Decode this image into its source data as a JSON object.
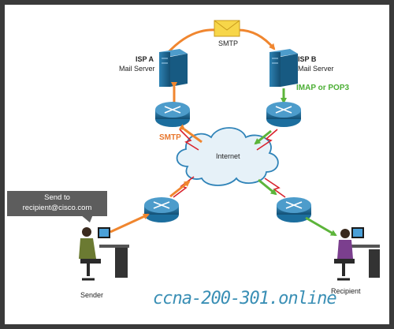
{
  "labels": {
    "smtp_top": "SMTP",
    "isp_a_name": "ISP A",
    "isp_a_role": "Mail Server",
    "isp_b_name": "ISP B",
    "isp_b_role": "Mail Server",
    "imap_pop3": "IMAP or POP3",
    "smtp_left": "SMTP",
    "internet": "Internet",
    "callout_line1": "Send to",
    "callout_line2": "recipient@cisco.com",
    "sender": "Sender",
    "recipient": "Recipient",
    "watermark": "ccna-200-301.online"
  },
  "colors": {
    "orange_arrow": "#f0862f",
    "green_arrow": "#5cb43a",
    "lightning": "#d9232e",
    "router": "#1c6e9e",
    "server": "#1e6d98",
    "cloud_stroke": "#2f83b8"
  },
  "icons": [
    "envelope-icon",
    "server-icon",
    "router-icon",
    "cloud-icon",
    "person-at-desk-icon",
    "lightning-link-icon"
  ]
}
